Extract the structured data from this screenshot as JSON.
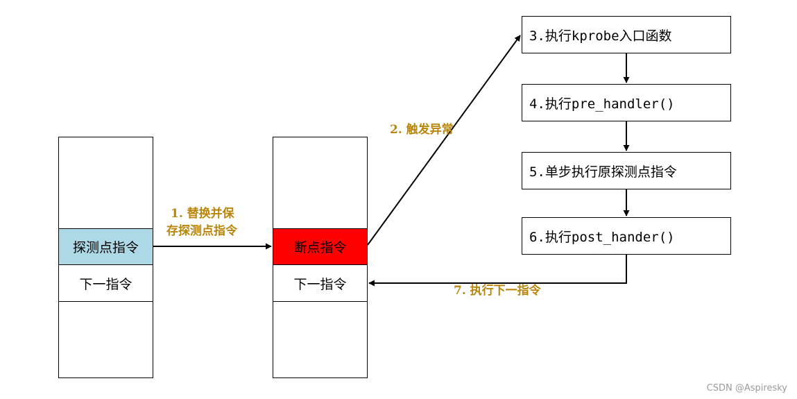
{
  "columns": {
    "original": {
      "probe_instruction": "探测点指令",
      "next_instruction": "下一指令"
    },
    "modified": {
      "breakpoint_instruction": "断点指令",
      "next_instruction": "下一指令"
    }
  },
  "steps": [
    "3.执行kprobe入口函数",
    "4.执行pre_handler()",
    "5.单步执行原探测点指令",
    "6.执行post_hander()"
  ],
  "labels": {
    "step1_line1": "1. 替换并保",
    "step1_line2": "存探测点指令",
    "step2": "2. 触发异常",
    "step7": "7. 执行下一指令"
  },
  "colors": {
    "probe_fill": "#add8e6",
    "breakpoint_fill": "#ff0000",
    "label_text": "#b8860b"
  },
  "watermark": "CSDN @Aspiresky"
}
